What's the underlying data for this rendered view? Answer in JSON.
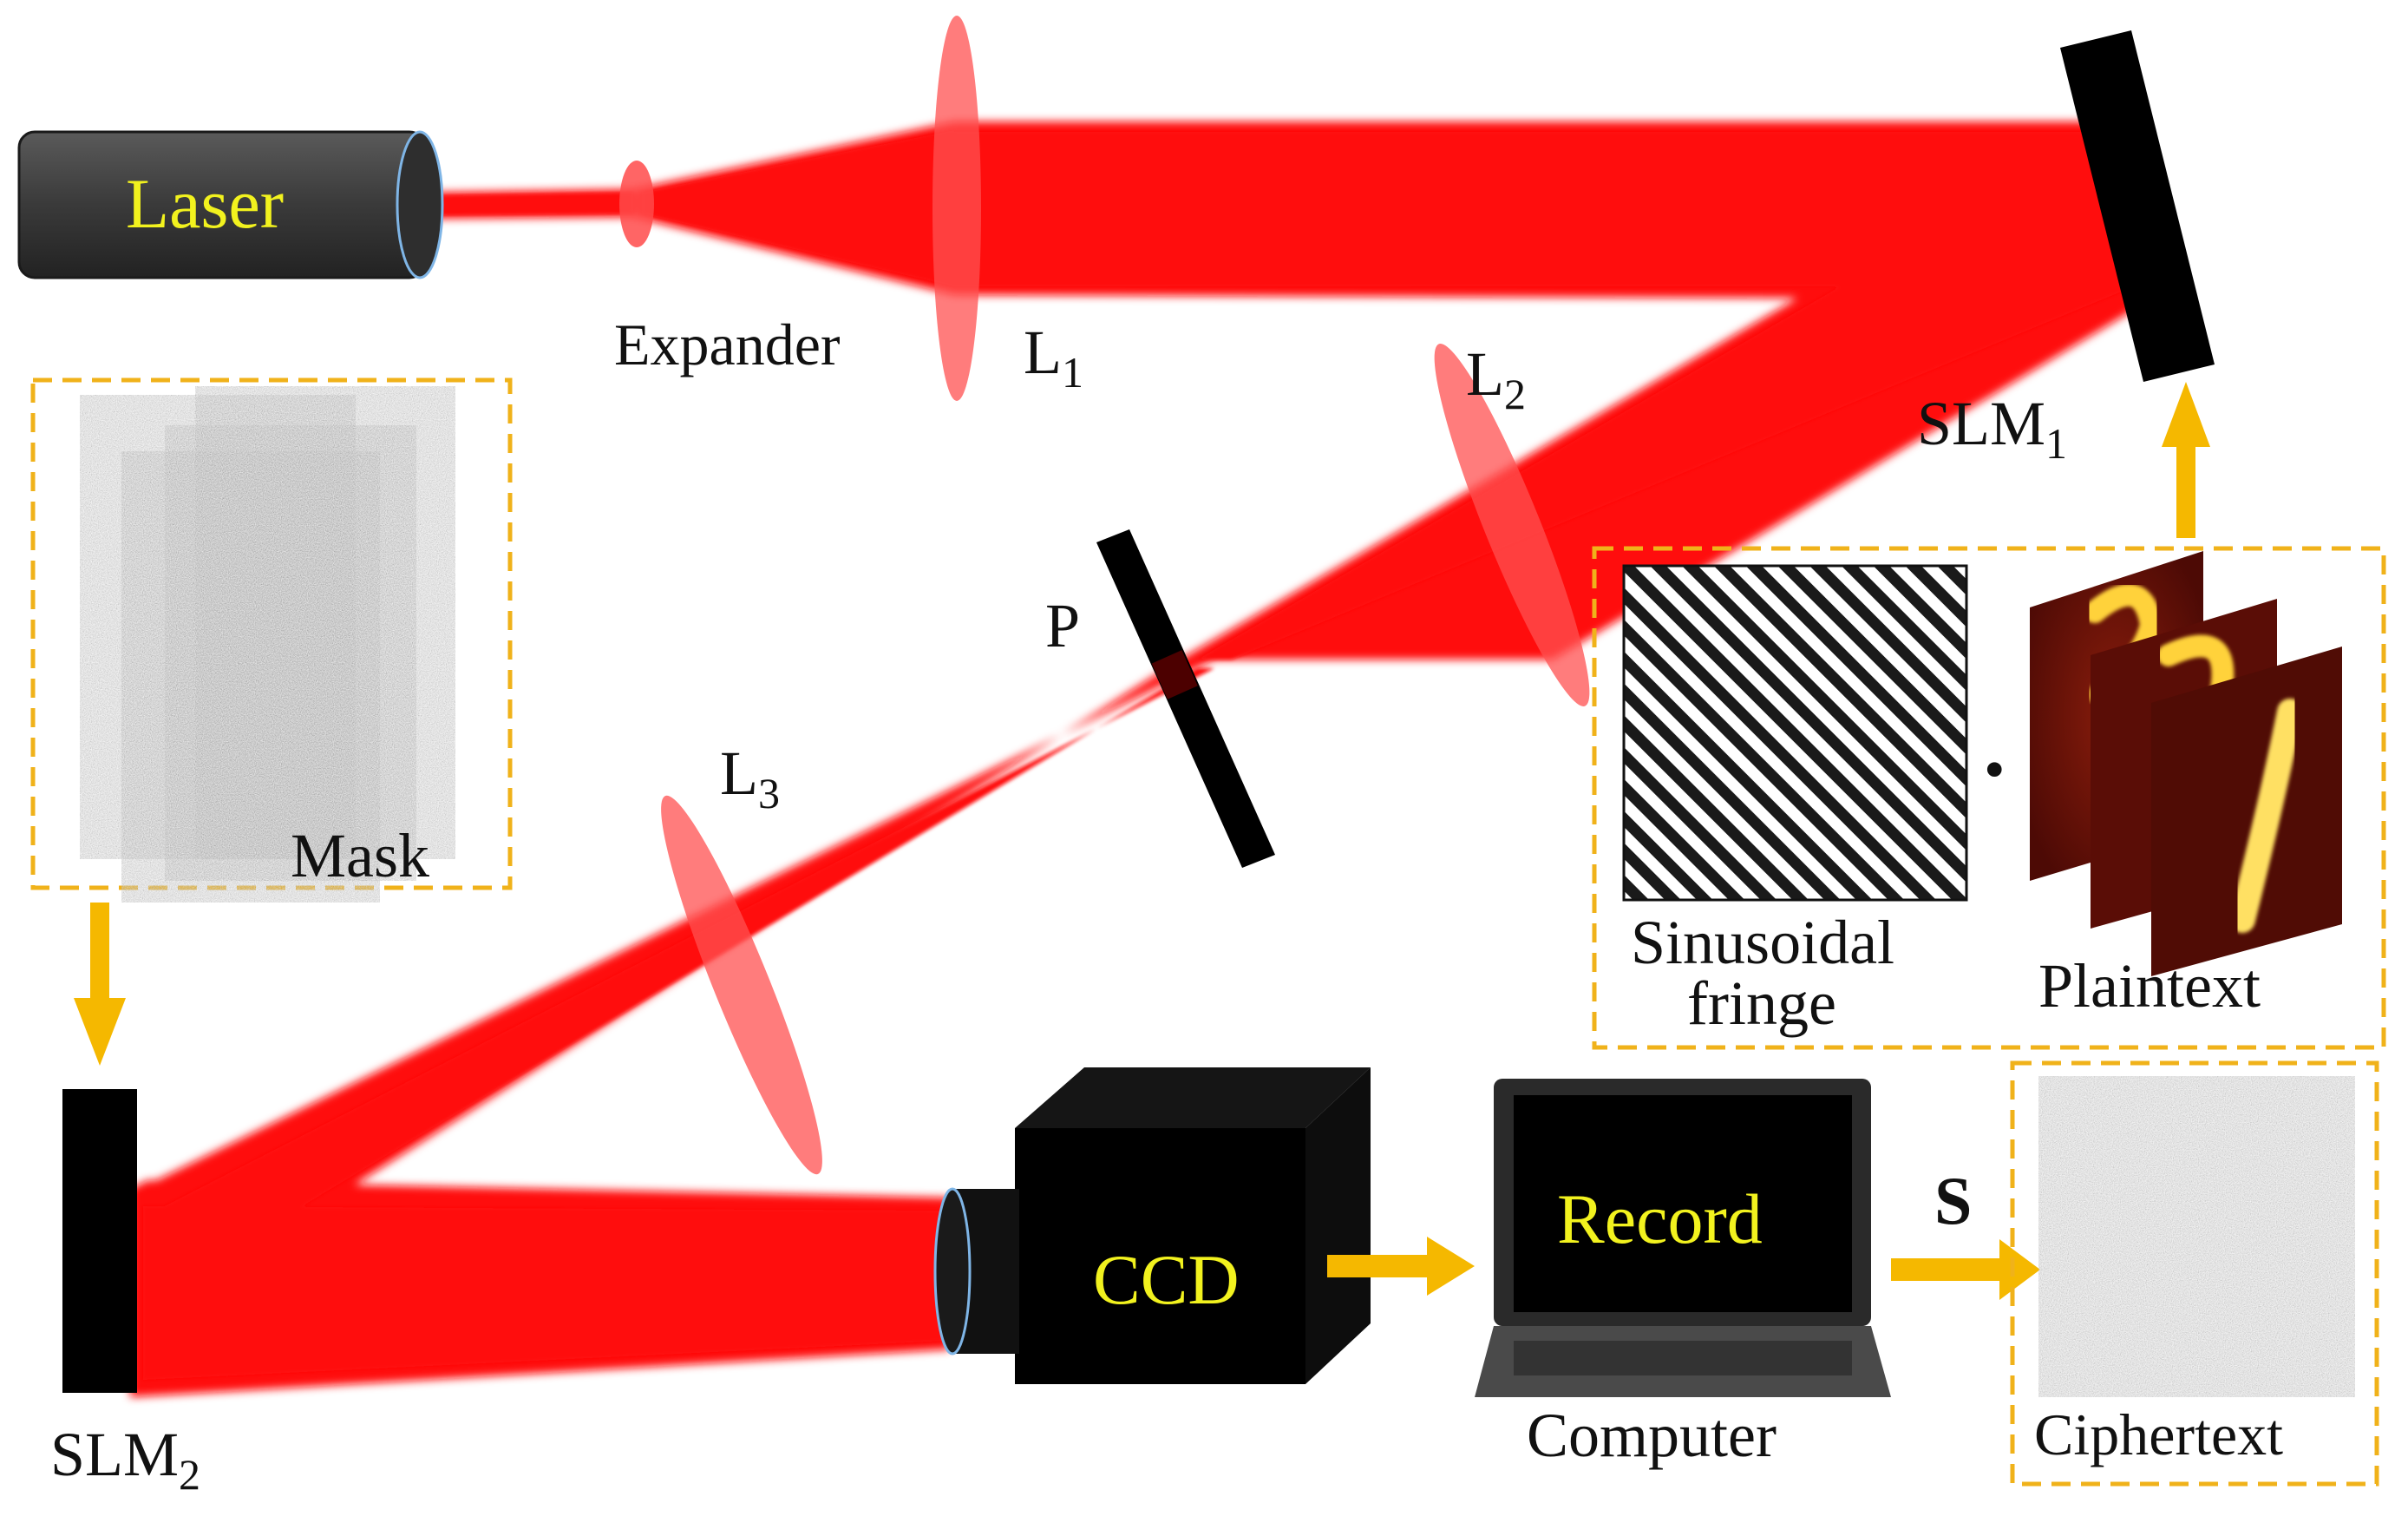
{
  "colors": {
    "beam": "#ff0d0d",
    "lens": "#ff4a4a",
    "component": "#000000",
    "arrow": "#f5b800",
    "panel_border": "#f0b21a",
    "device_text": "#f2f21e",
    "laser_body": "#3a3a3a",
    "ccd_lens": "#7fb5e6"
  },
  "laser": {
    "label": "Laser"
  },
  "expander": {
    "label": "Expander"
  },
  "lens1": {
    "label": "L",
    "sub": "1"
  },
  "lens2": {
    "label": "L",
    "sub": "2"
  },
  "lens3": {
    "label": "L",
    "sub": "3"
  },
  "slm1": {
    "label": "SLM",
    "sub": "1"
  },
  "slm2": {
    "label": "SLM",
    "sub": "2"
  },
  "polarizer": {
    "label": "P"
  },
  "mask_panel": {
    "label": "Mask"
  },
  "encoding_panel": {
    "fringe_label_line1": "Sinusoidal",
    "fringe_label_line2": "fringe",
    "operator": "•",
    "plaintext_label": "Plaintext"
  },
  "ccd": {
    "label": "CCD"
  },
  "computer": {
    "screen_text": "Record",
    "label": "Computer"
  },
  "arrow_s": {
    "label": "S"
  },
  "cipher_panel": {
    "label": "Ciphertext"
  }
}
